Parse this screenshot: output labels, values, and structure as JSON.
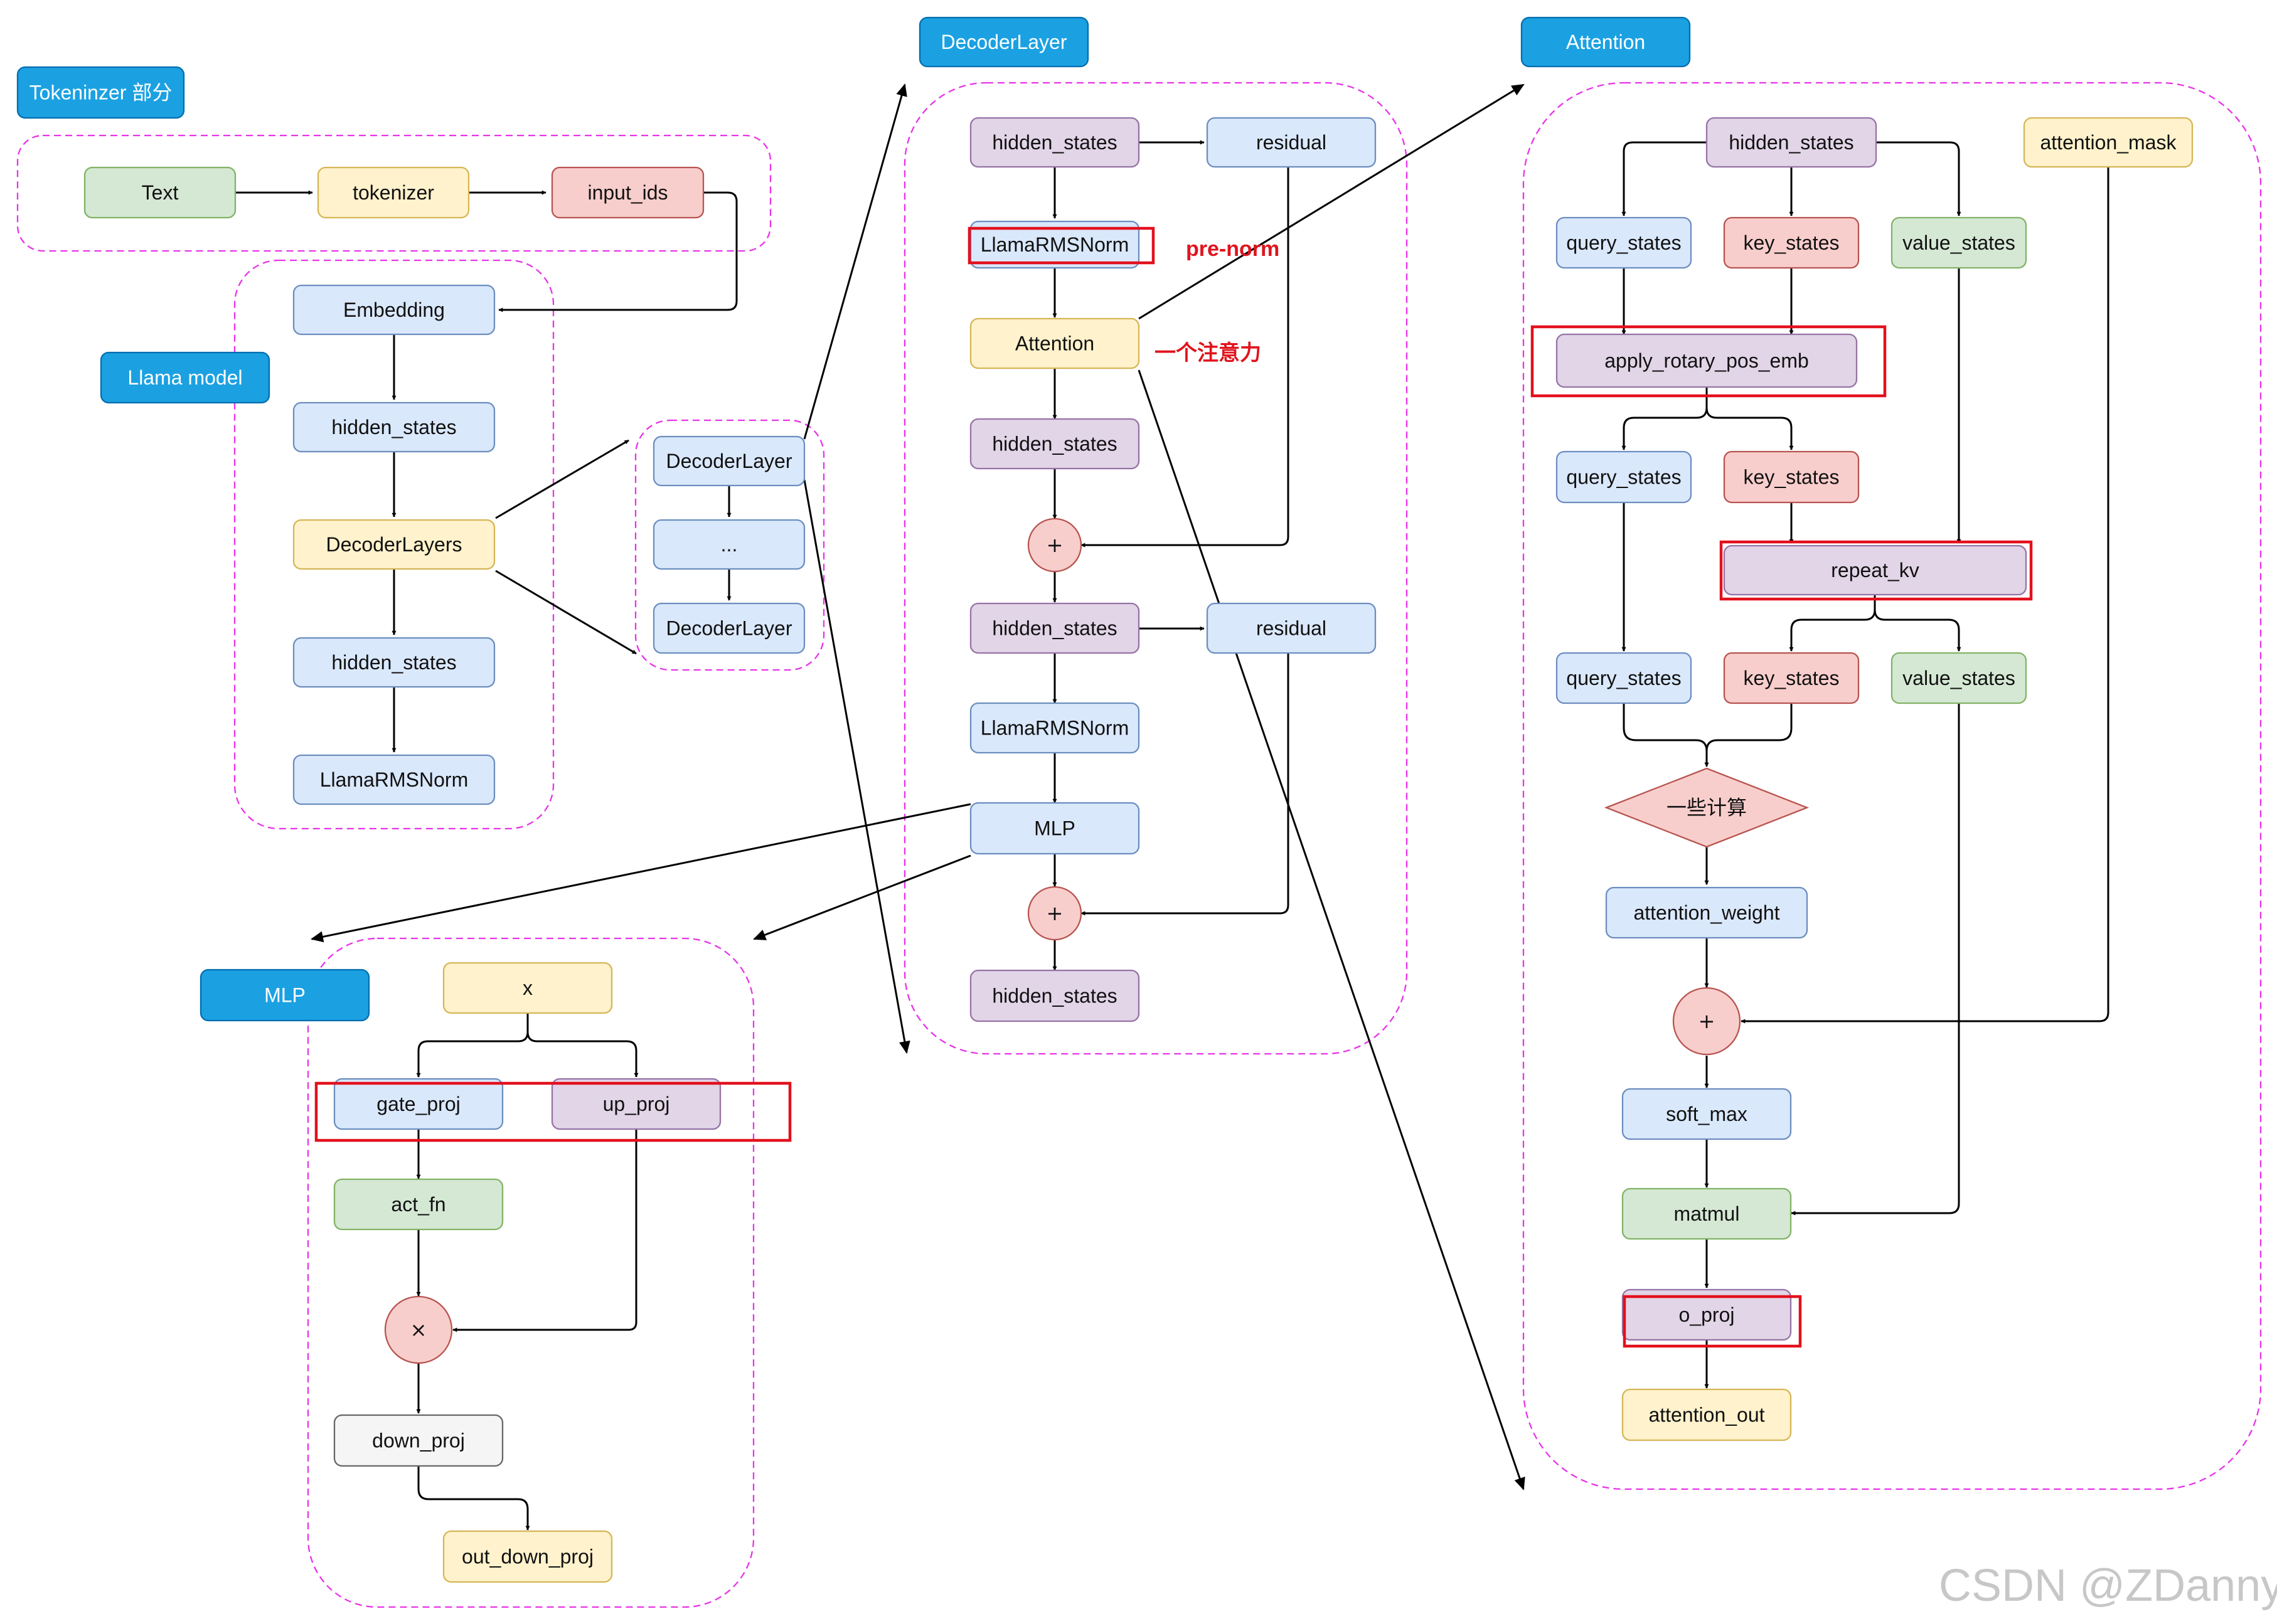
{
  "colors": {
    "blue": {
      "fill": "#dae8fc",
      "stroke": "#6c8ebf"
    },
    "purple": {
      "fill": "#e1d5e7",
      "stroke": "#9673a6"
    },
    "yellow": {
      "fill": "#fff2cc",
      "stroke": "#d6b656"
    },
    "green": {
      "fill": "#d5e8d4",
      "stroke": "#82b366"
    },
    "red": {
      "fill": "#f8cecc",
      "stroke": "#b85450"
    },
    "gray": {
      "fill": "#f5f5f5",
      "stroke": "#666666"
    },
    "title": {
      "fill": "#1ba1e2",
      "stroke": "#006eaf"
    },
    "group_border": "#e834e8",
    "highlight_border": "#e3101c"
  },
  "titles": {
    "tokenizer": "Tokeninzer 部分",
    "llama_model": "Llama model",
    "decoder_layer": "DecoderLayer",
    "attention": "Attention",
    "mlp": "MLP"
  },
  "notes": {
    "pre_norm": "pre-norm",
    "one_attention": "一个注意力"
  },
  "tokenizer": {
    "text": "Text",
    "tokenizer": "tokenizer",
    "input_ids": "input_ids"
  },
  "model": {
    "embedding": "Embedding",
    "hidden_states_1": "hidden_states",
    "decoder_layers": "DecoderLayers",
    "hidden_states_2": "hidden_states",
    "norm": "LlamaRMSNorm"
  },
  "layer_stack": {
    "first": "DecoderLayer",
    "middle": "...",
    "last": "DecoderLayer"
  },
  "decoder": {
    "hidden_states_in": "hidden_states",
    "residual_1": "residual",
    "norm_1": "LlamaRMSNorm",
    "attention": "Attention",
    "hidden_states_attn": "hidden_states",
    "plus_1": "+",
    "hidden_states_mid": "hidden_states",
    "residual_2": "residual",
    "norm_2": "LlamaRMSNorm",
    "mlp": "MLP",
    "plus_2": "+",
    "hidden_states_out": "hidden_states"
  },
  "attention": {
    "hidden_states": "hidden_states",
    "attention_mask": "attention_mask",
    "query_states_1": "query_states",
    "key_states_1": "key_states",
    "value_states_1": "value_states",
    "apply_rotary": "apply_rotary_pos_emb",
    "query_states_2": "query_states",
    "key_states_2": "key_states",
    "repeat_kv": "repeat_kv",
    "query_states_3": "query_states",
    "key_states_3": "key_states",
    "value_states_3": "value_states",
    "compute": "一些计算",
    "attention_weight": "attention_weight",
    "plus": "+",
    "soft_max": "soft_max",
    "matmul": "matmul",
    "o_proj": "o_proj",
    "attention_out": "attention_out"
  },
  "mlp": {
    "x": "x",
    "gate_proj": "gate_proj",
    "up_proj": "up_proj",
    "act_fn": "act_fn",
    "multiply": "×",
    "down_proj": "down_proj",
    "out_down_proj": "out_down_proj"
  },
  "watermark": "CSDN @ZDanny~"
}
